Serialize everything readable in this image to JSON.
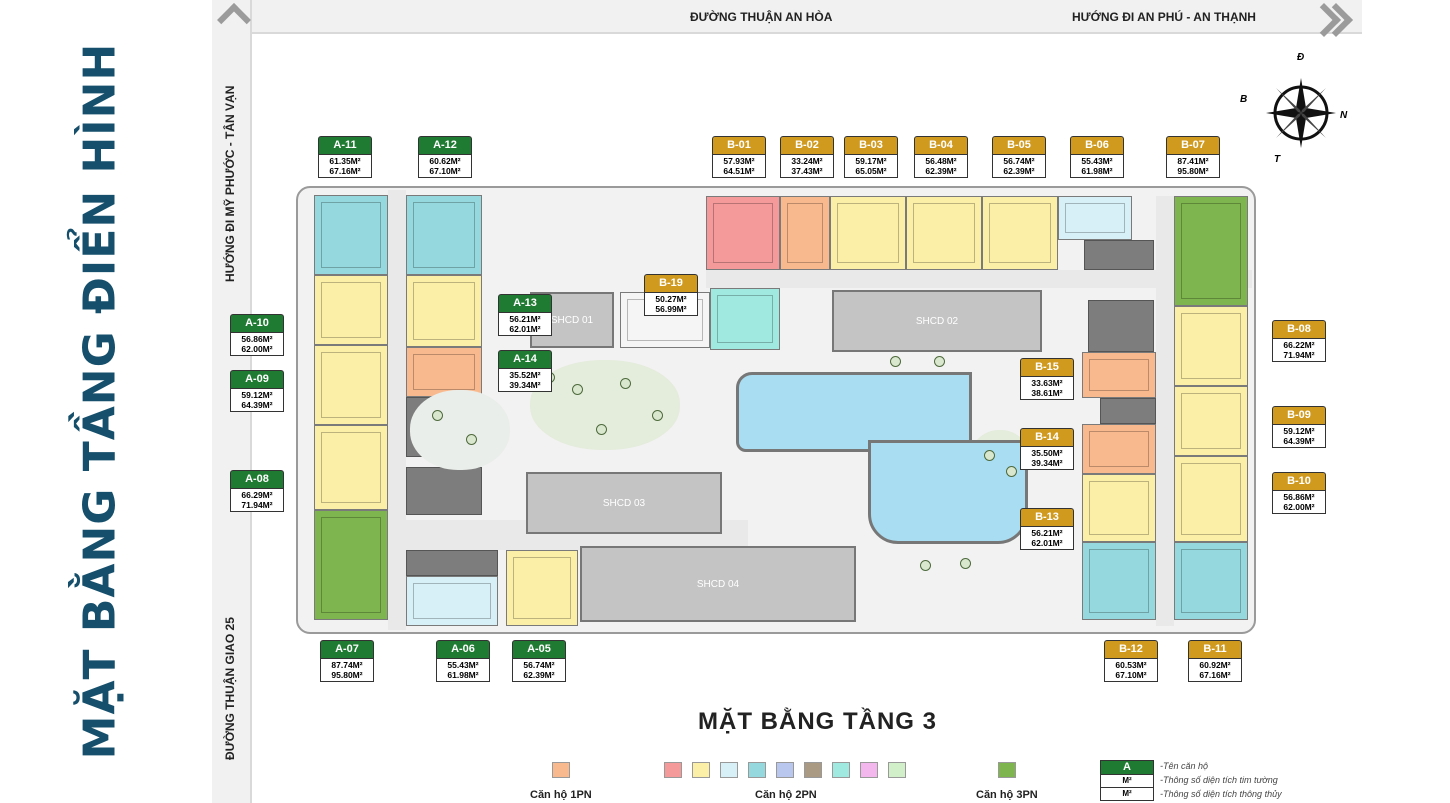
{
  "page_title": "MẶT BẰNG TẦNG ĐIỂN HÌNH",
  "plan_title": "MẶT BẰNG TẦNG 3",
  "roads": {
    "top": "ĐƯỜNG THUẬN AN HÒA",
    "top_right": "HƯỚNG ĐI AN PHÚ - AN THẠNH",
    "left_upper": "HƯỚNG ĐI MỸ PHƯỚC - TÂN VẠN",
    "left_lower": "ĐƯỜNG THUẬN GIAO 25"
  },
  "compass": {
    "north": "Đ",
    "west": "B",
    "east": "N",
    "south": "T"
  },
  "facilities": {
    "shcd01": "SHCD 01",
    "shcd02": "SHCD 02",
    "shcd03": "SHCD 03",
    "shcd04": "SHCD 04"
  },
  "units": {
    "a11": {
      "name": "A-11",
      "wall": "61.35M²",
      "clear": "67.16M²"
    },
    "a12": {
      "name": "A-12",
      "wall": "60.62M²",
      "clear": "67.10M²"
    },
    "a10": {
      "name": "A-10",
      "wall": "56.86M²",
      "clear": "62.00M²"
    },
    "a09": {
      "name": "A-09",
      "wall": "59.12M²",
      "clear": "64.39M²"
    },
    "a08": {
      "name": "A-08",
      "wall": "66.29M²",
      "clear": "71.94M²"
    },
    "a07": {
      "name": "A-07",
      "wall": "87.74M²",
      "clear": "95.80M²"
    },
    "a06": {
      "name": "A-06",
      "wall": "55.43M²",
      "clear": "61.98M²"
    },
    "a05": {
      "name": "A-05",
      "wall": "56.74M²",
      "clear": "62.39M²"
    },
    "a13": {
      "name": "A-13",
      "wall": "56.21M²",
      "clear": "62.01M²"
    },
    "a14": {
      "name": "A-14",
      "wall": "35.52M²",
      "clear": "39.34M²"
    },
    "b01": {
      "name": "B-01",
      "wall": "57.93M²",
      "clear": "64.51M²"
    },
    "b02": {
      "name": "B-02",
      "wall": "33.24M²",
      "clear": "37.43M²"
    },
    "b03": {
      "name": "B-03",
      "wall": "59.17M²",
      "clear": "65.05M²"
    },
    "b04": {
      "name": "B-04",
      "wall": "56.48M²",
      "clear": "62.39M²"
    },
    "b05": {
      "name": "B-05",
      "wall": "56.74M²",
      "clear": "62.39M²"
    },
    "b06": {
      "name": "B-06",
      "wall": "55.43M²",
      "clear": "61.98M²"
    },
    "b07": {
      "name": "B-07",
      "wall": "87.41M²",
      "clear": "95.80M²"
    },
    "b19": {
      "name": "B-19",
      "wall": "50.27M²",
      "clear": "56.99M²"
    },
    "b08": {
      "name": "B-08",
      "wall": "66.22M²",
      "clear": "71.94M²"
    },
    "b15": {
      "name": "B-15",
      "wall": "33.63M²",
      "clear": "38.61M²"
    },
    "b09": {
      "name": "B-09",
      "wall": "59.12M²",
      "clear": "64.39M²"
    },
    "b14": {
      "name": "B-14",
      "wall": "35.50M²",
      "clear": "39.34M²"
    },
    "b10": {
      "name": "B-10",
      "wall": "56.86M²",
      "clear": "62.00M²"
    },
    "b13": {
      "name": "B-13",
      "wall": "56.21M²",
      "clear": "62.01M²"
    },
    "b12": {
      "name": "B-12",
      "wall": "60.53M²",
      "clear": "67.10M²"
    },
    "b11": {
      "name": "B-11",
      "wall": "60.92M²",
      "clear": "67.16M²"
    }
  },
  "legend": {
    "one_bed": "Căn hộ 1PN",
    "two_bed": "Căn hộ 2PN",
    "three_bed": "Căn hộ 3PN",
    "colors": {
      "one_bed": "#f8b98f",
      "two_bed": [
        "#f49a9a",
        "#fbeea7",
        "#d7f0f7",
        "#95d8dd",
        "#b9c7ef",
        "#aa9a83",
        "#9fe9e0",
        "#f3b7ee",
        "#d1f0c9"
      ],
      "three_bed": "#7fb54e"
    },
    "key": {
      "tag": "A",
      "m1": "M²",
      "m2": "M²",
      "note_name": "-Tên căn hộ",
      "note_wall": "-Thông số diện tích tim tường",
      "note_clear": "-Thông số diện tích thông thủy"
    }
  }
}
